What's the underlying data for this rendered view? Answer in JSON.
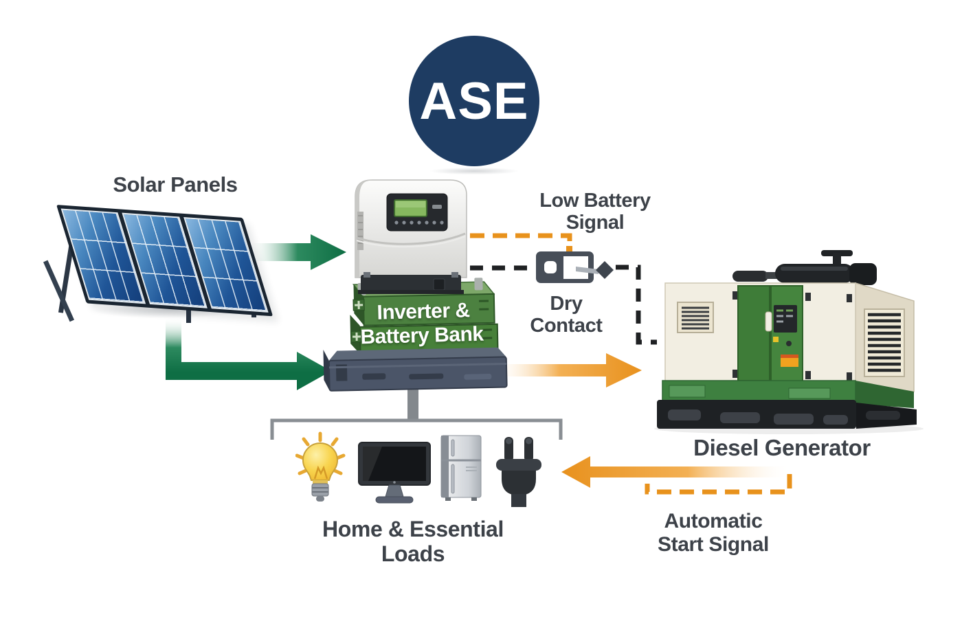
{
  "logo": {
    "text": "ASE"
  },
  "nodes": {
    "solar_panels": {
      "label": "Solar Panels"
    },
    "inverter_battery": {
      "label_line1": "Inverter &",
      "label_line2": "Battery Bank"
    },
    "diesel_generator": {
      "label": "Diesel Generator"
    },
    "home_loads": {
      "label": "Home & Essential Loads"
    }
  },
  "signals": {
    "low_battery": {
      "line1": "Low Battery",
      "line2": "Signal"
    },
    "dry_contact": {
      "line1": "Dry",
      "line2": "Contact"
    },
    "auto_start": {
      "line1": "Automatic",
      "line2": "Start Signal"
    }
  },
  "icons": {
    "solar": "solar-panels-icon",
    "controller": "charge-controller-icon",
    "battery": "battery-bank-icon",
    "dry_contact": "dry-contact-switch-icon",
    "generator": "diesel-generator-icon",
    "bulb": "lightbulb-icon",
    "monitor": "monitor-icon",
    "fridge": "refrigerator-icon",
    "plug": "power-plug-icon"
  },
  "colors": {
    "logo-navy": "#1e3c62",
    "label-text": "#3d4249",
    "arrow-green": "#0e6e44",
    "arrow-orange": "#e8921c",
    "signal-black": "#1f2123",
    "battery-green": "#4a7d3c",
    "base-slate": "#4b5568"
  }
}
